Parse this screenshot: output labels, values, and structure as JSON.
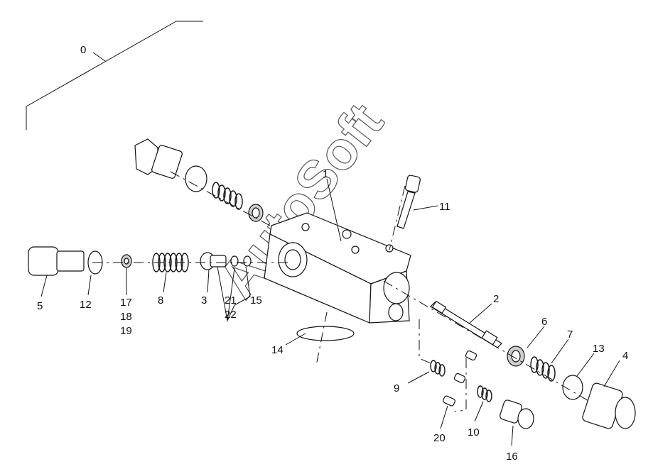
{
  "watermark": "AutoSoft",
  "callouts": {
    "c0": "0",
    "c1": "1",
    "c2": "2",
    "c3": "3",
    "c4": "4",
    "c5": "5",
    "c6": "6",
    "c7": "7",
    "c8": "8",
    "c9": "9",
    "c10": "10",
    "c11": "11",
    "c12": "12",
    "c13": "13",
    "c14": "14",
    "c15": "15",
    "c16": "16",
    "c17": "17",
    "c18": "18",
    "c19": "19",
    "c20": "20",
    "c21": "21",
    "c22": "22"
  }
}
